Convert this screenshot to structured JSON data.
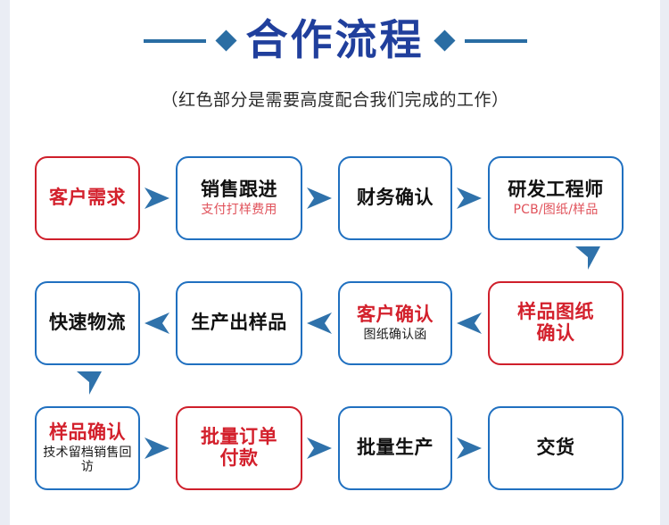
{
  "header": {
    "title": "合作流程",
    "subtitle": "（红色部分是需要高度配合我们完成的工作）",
    "accent_blue": "#2a6da3",
    "title_blue": "#203f9c"
  },
  "theme": {
    "blue": "#2070c0",
    "red": "#cf1f2b",
    "red_text": "#d3202c",
    "page_bg": "#ffffff",
    "canvas_bg": "#eaedf4"
  },
  "flow": {
    "rows": [
      {
        "direction": "left-to-right",
        "nodes": [
          {
            "label": "客户需求",
            "sub": "",
            "border": "red",
            "label_color": "red",
            "sub_color": ""
          },
          {
            "label": "销售跟进",
            "sub": "支付打样费用",
            "border": "blue",
            "label_color": "black",
            "sub_color": "red"
          },
          {
            "label": "财务确认",
            "sub": "",
            "border": "blue",
            "label_color": "black",
            "sub_color": ""
          },
          {
            "label": "研发工程师",
            "sub": "PCB/图纸/样品",
            "border": "blue",
            "label_color": "black",
            "sub_color": "red"
          }
        ]
      },
      {
        "direction": "right-to-left",
        "nodes": [
          {
            "label": "快速物流",
            "sub": "",
            "border": "blue",
            "label_color": "black",
            "sub_color": ""
          },
          {
            "label": "生产出样品",
            "sub": "",
            "border": "blue",
            "label_color": "black",
            "sub_color": ""
          },
          {
            "label": "客户确认",
            "sub": "图纸确认函",
            "border": "blue",
            "label_color": "red",
            "sub_color": "black"
          },
          {
            "label": "样品图纸\n确认",
            "sub": "",
            "border": "red",
            "label_color": "red",
            "sub_color": ""
          }
        ]
      },
      {
        "direction": "left-to-right",
        "nodes": [
          {
            "label": "样品确认",
            "sub": "技术留档销售回访",
            "border": "blue",
            "label_color": "red",
            "sub_color": "black"
          },
          {
            "label": "批量订单\n付款",
            "sub": "",
            "border": "red",
            "label_color": "red",
            "sub_color": ""
          },
          {
            "label": "批量生产",
            "sub": "",
            "border": "blue",
            "label_color": "black",
            "sub_color": ""
          },
          {
            "label": "交货",
            "sub": "",
            "border": "blue",
            "label_color": "black",
            "sub_color": ""
          }
        ]
      }
    ],
    "connectors": {
      "row1_to_row2": "down-arrow-right-column",
      "row2_to_row3": "down-arrow-left-column"
    }
  }
}
